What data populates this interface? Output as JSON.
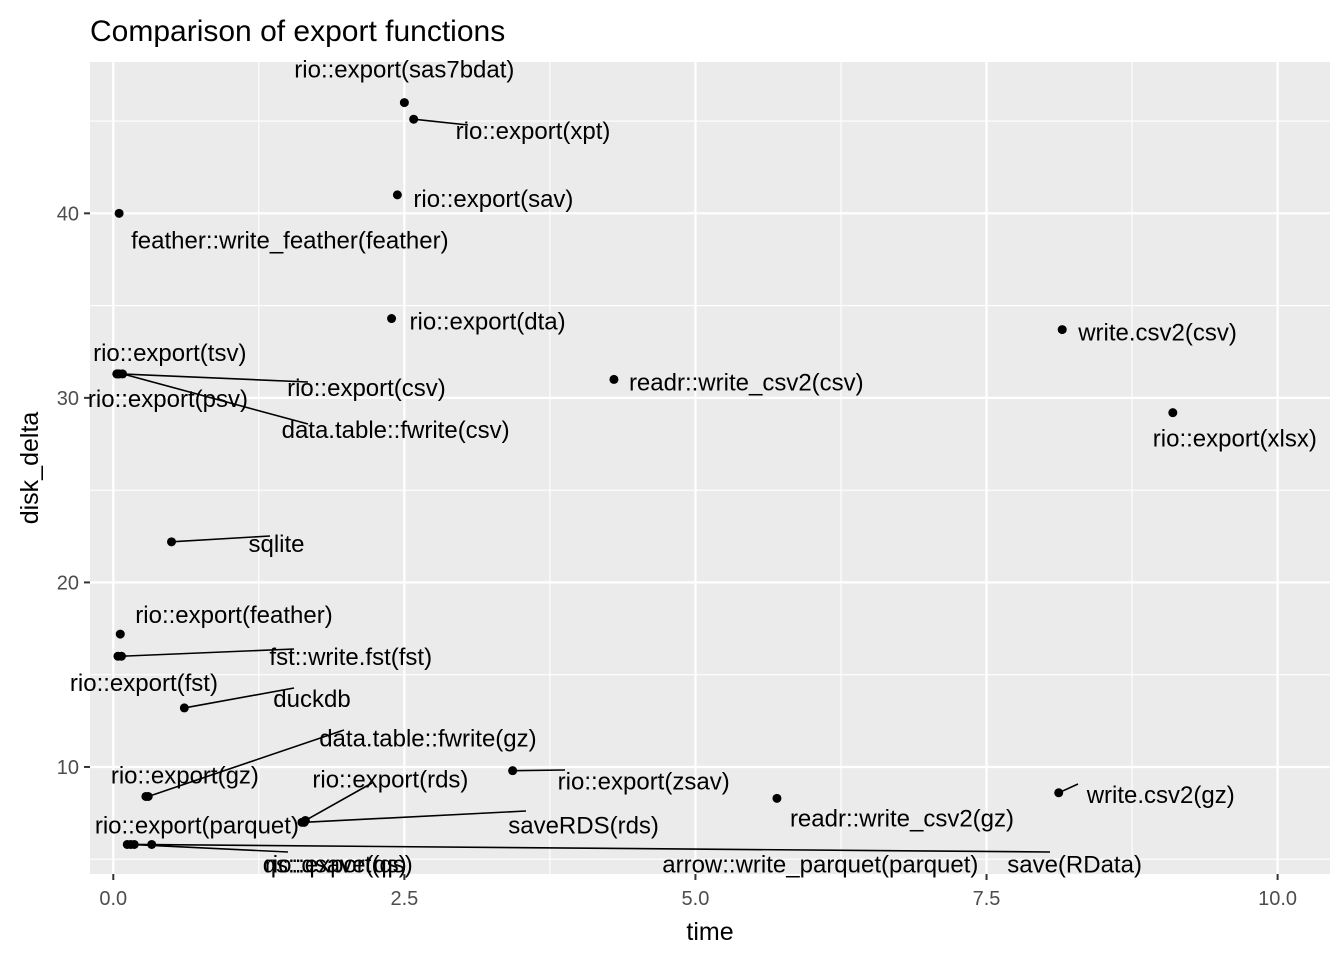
{
  "chart_data": {
    "type": "scatter",
    "title": "Comparison of export functions",
    "xlabel": "time",
    "ylabel": "disk_delta",
    "xlim": [
      -0.2,
      10.45
    ],
    "ylim": [
      4.2,
      48.2
    ],
    "x_ticks": [
      "0.0",
      "2.5",
      "5.0",
      "7.5",
      "10.0"
    ],
    "y_ticks": [
      "10",
      "20",
      "30",
      "40"
    ],
    "grid": true,
    "legend": "none",
    "points": [
      {
        "label": "rio::export(sas7bdat)",
        "x": 2.5,
        "y": 46.0
      },
      {
        "label": "rio::export(xpt)",
        "x": 2.58,
        "y": 45.1
      },
      {
        "label": "rio::export(sav)",
        "x": 2.44,
        "y": 41.0
      },
      {
        "label": "feather::write_feather(feather)",
        "x": 0.05,
        "y": 40.0
      },
      {
        "label": "rio::export(dta)",
        "x": 2.39,
        "y": 34.3
      },
      {
        "label": "write.csv2(csv)",
        "x": 8.15,
        "y": 33.7
      },
      {
        "label": "rio::export(tsv)",
        "x": 0.03,
        "y": 31.3
      },
      {
        "label": "rio::export(csv)",
        "x": 0.05,
        "y": 31.3
      },
      {
        "label": "rio::export(psv)",
        "x": 0.04,
        "y": 31.3
      },
      {
        "label": "data.table::fwrite(csv)",
        "x": 0.08,
        "y": 31.3
      },
      {
        "label": "readr::write_csv2(csv)",
        "x": 4.3,
        "y": 31.0
      },
      {
        "label": "rio::export(xlsx)",
        "x": 9.1,
        "y": 29.2
      },
      {
        "label": "sqlite",
        "x": 0.5,
        "y": 22.2
      },
      {
        "label": "rio::export(feather)",
        "x": 0.06,
        "y": 17.2
      },
      {
        "label": "fst::write.fst(fst)",
        "x": 0.07,
        "y": 16.0
      },
      {
        "label": "rio::export(fst)",
        "x": 0.04,
        "y": 16.0
      },
      {
        "label": "duckdb",
        "x": 0.61,
        "y": 13.2
      },
      {
        "label": "data.table::fwrite(gz)",
        "x": 0.3,
        "y": 8.4
      },
      {
        "label": "rio::export(gz)",
        "x": 0.28,
        "y": 8.4
      },
      {
        "label": "rio::export(zsav)",
        "x": 3.43,
        "y": 9.8
      },
      {
        "label": "rio::export(rds)",
        "x": 1.65,
        "y": 7.1
      },
      {
        "label": "readr::write_csv2(gz)",
        "x": 5.7,
        "y": 8.3
      },
      {
        "label": "write.csv2(gz)",
        "x": 8.12,
        "y": 8.6
      },
      {
        "label": "rio::export(parquet)",
        "x": 1.62,
        "y": 7.0
      },
      {
        "label": "saveRDS(rds)",
        "x": 1.64,
        "y": 7.0
      },
      {
        "label": "rio::export(qs)",
        "x": 0.15,
        "y": 5.8
      },
      {
        "label": "qs::qsave(qs)",
        "x": 0.33,
        "y": 5.8
      },
      {
        "label": "arrow::write_parquet(parquet)",
        "x": 0.12,
        "y": 5.8
      },
      {
        "label": "save(RData)",
        "x": 0.18,
        "y": 5.8
      }
    ]
  }
}
